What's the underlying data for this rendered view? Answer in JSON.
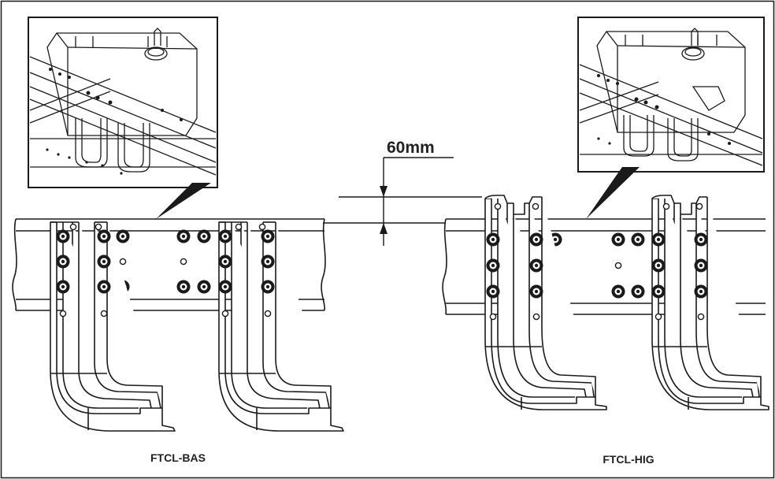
{
  "dimension": {
    "value": "60mm"
  },
  "variants": [
    {
      "label": "FTCL-BAS"
    },
    {
      "label": "FTCL-HIG"
    }
  ],
  "colors": {
    "line": "#1a1a1a",
    "background": "#ffffff",
    "fill": "#ffffff"
  }
}
